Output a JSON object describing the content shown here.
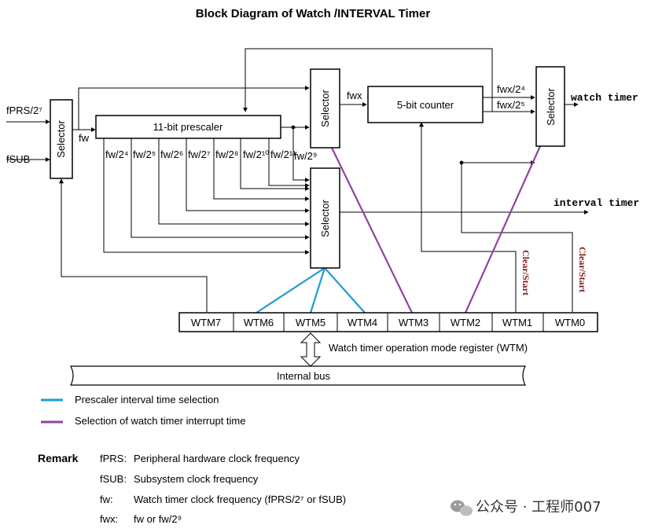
{
  "title": "Block Diagram of Watch /INTERVAL Timer",
  "inputs": {
    "fprs": "fPRS/2⁷",
    "fsub": "fSUB"
  },
  "signals": {
    "fw": "fw",
    "fwx": "fwx"
  },
  "blocks": {
    "selector_label": "Selector",
    "prescaler": "11-bit prescaler",
    "counter": "5-bit counter"
  },
  "prescaler_taps": [
    "fw/2⁴",
    "fw/2⁵",
    "fw/2⁶",
    "fw/2⁷",
    "fw/2⁸",
    "fw/2¹⁰",
    "fw/2¹¹"
  ],
  "tap_fw29": "fw/2⁹",
  "counter_outputs": [
    "fwx/2⁴",
    "fwx/2⁵"
  ],
  "outputs": {
    "watch_timer": "watch timer",
    "interval_timer": "interval timer"
  },
  "clear_start": "Clear/Start",
  "register": {
    "bits": [
      "WTM7",
      "WTM6",
      "WTM5",
      "WTM4",
      "WTM3",
      "WTM2",
      "WTM1",
      "WTM0"
    ],
    "label": "Watch timer operation mode register (WTM)"
  },
  "bus": "Internal bus",
  "legend": [
    {
      "color": "#1e9bd7",
      "label": "Prescaler interval time selection"
    },
    {
      "color": "#8e44a0",
      "label": "Selection of watch timer interrupt time"
    }
  ],
  "remark": {
    "title": "Remark",
    "items": [
      {
        "term": "fPRS:",
        "desc": "Peripheral hardware clock frequency"
      },
      {
        "term": "fSUB:",
        "desc": "Subsystem clock frequency"
      },
      {
        "term": "fw:",
        "desc": "Watch timer clock frequency (fPRS/2⁷ or fSUB)"
      },
      {
        "term": "fwx:",
        "desc": "fw or fw/2⁹"
      }
    ]
  },
  "watermark": "公众号 · 工程师007",
  "colors": {
    "blue": "#1e9bd7",
    "purple": "#8e44a0",
    "clear_start": "#7a1c14"
  },
  "icons": {
    "watermark": "wechat-icon",
    "bus_arrow": "double-arrow-icon"
  }
}
